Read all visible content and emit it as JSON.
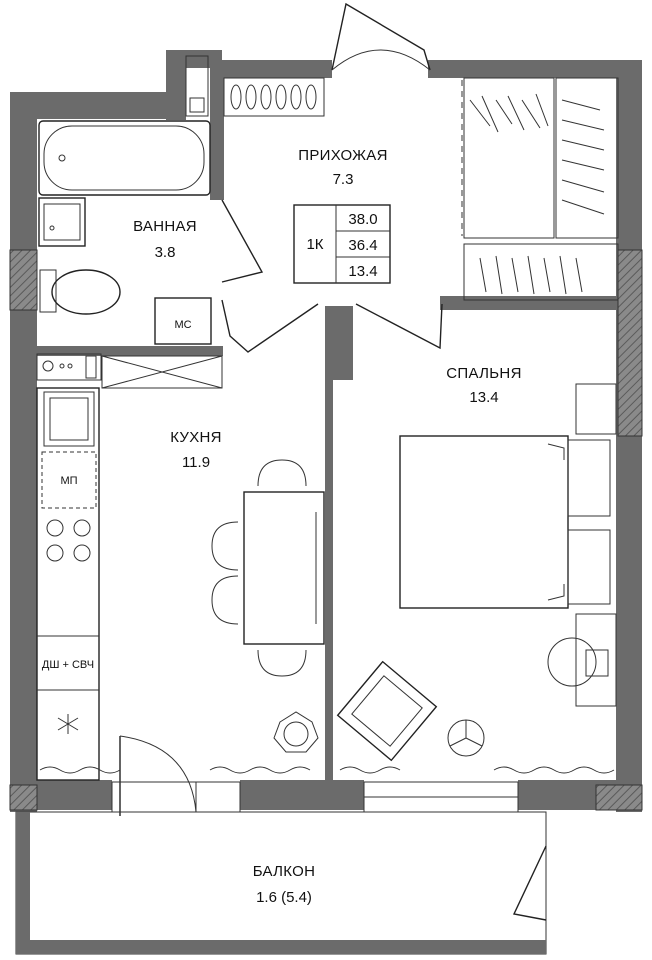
{
  "plan": {
    "rooms": {
      "hallway": {
        "name": "ПРИХОЖАЯ",
        "area": "7.3"
      },
      "bathroom": {
        "name": "ВАННАЯ",
        "area": "3.8"
      },
      "kitchen": {
        "name": "КУХНЯ",
        "area": "11.9"
      },
      "bedroom": {
        "name": "СПАЛЬНЯ",
        "area": "13.4"
      },
      "balcony": {
        "name": "БАЛКОН",
        "area": "1.6 (5.4)"
      }
    },
    "summary": {
      "type": "1К",
      "total_area": "38.0",
      "living_area_total": "36.4",
      "living_area": "13.4"
    },
    "labels": {
      "washing_machine": "МС",
      "microwave_oven": "МП",
      "dishwasher_microwave": "ДШ + СВЧ"
    },
    "colors": {
      "wall": "#6b6b6b",
      "line": "#222222",
      "background": "#ffffff"
    }
  }
}
